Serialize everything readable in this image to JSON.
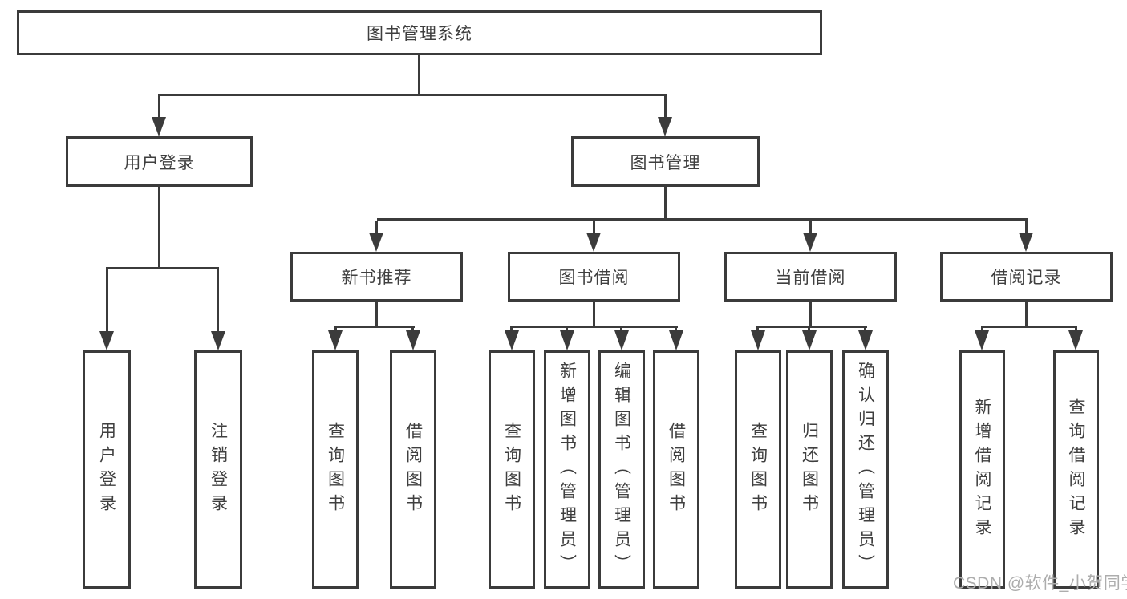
{
  "colors": {
    "line": "#3b3b3b",
    "text": "#3f3f3f",
    "watermark": "#adadad",
    "background": "#ffffff"
  },
  "root": {
    "label": "图书管理系统"
  },
  "branches": [
    {
      "label": "用户登录",
      "children": [
        {
          "label": "用户登录"
        },
        {
          "label": "注销登录"
        }
      ]
    },
    {
      "label": "图书管理",
      "children": [
        {
          "label": "新书推荐",
          "children": [
            {
              "label": "查询图书"
            },
            {
              "label": "借阅图书"
            }
          ]
        },
        {
          "label": "图书借阅",
          "children": [
            {
              "label": "查询图书"
            },
            {
              "label": "新增图书（管理员）"
            },
            {
              "label": "编辑图书（管理员）"
            },
            {
              "label": "借阅图书"
            }
          ]
        },
        {
          "label": "当前借阅",
          "children": [
            {
              "label": "查询图书"
            },
            {
              "label": "归还图书"
            },
            {
              "label": "确认归还（管理员）"
            }
          ]
        },
        {
          "label": "借阅记录",
          "children": [
            {
              "label": "新增借阅记录"
            },
            {
              "label": "查询借阅记录"
            }
          ]
        }
      ]
    }
  ],
  "watermark": {
    "label": "CSDN @软件_小贺同学"
  }
}
